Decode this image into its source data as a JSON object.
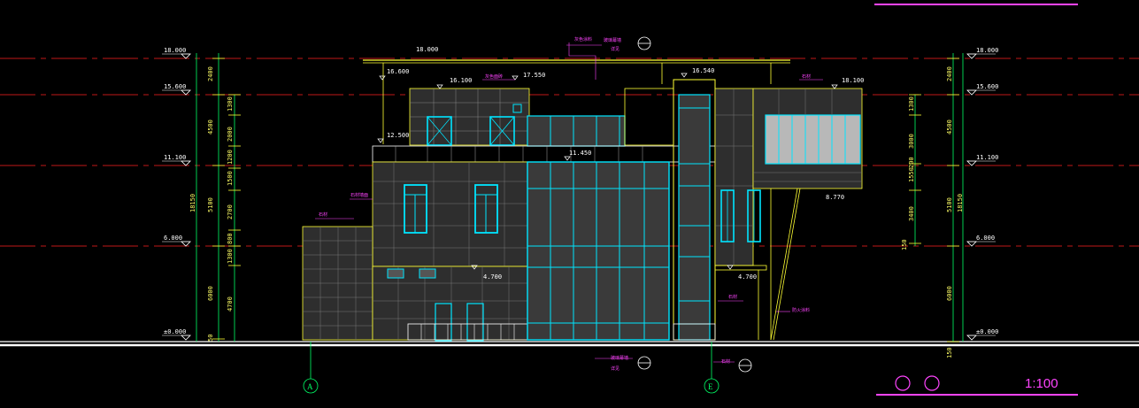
{
  "drawing": {
    "scale": "1:100",
    "colors": {
      "background": "#000000",
      "level_line": "#ff2222",
      "outline": "#ffff33",
      "glass": "#00e5ff",
      "annotation": "#ff44ff",
      "grid_axis": "#00ff66",
      "dimension": "#ffff66",
      "cladding_fill": "#2e2e2e",
      "glass_fill": "#3a3a3a",
      "frosted_fill": "#b8b8b8"
    },
    "levels": {
      "left": [
        {
          "label": "18.000",
          "elev": 18.0
        },
        {
          "label": "15.600",
          "elev": 15.6
        },
        {
          "label": "11.100",
          "elev": 11.1
        },
        {
          "label": "6.000",
          "elev": 6.0
        },
        {
          "label": "±0.000",
          "elev": 0.0
        }
      ],
      "right": [
        {
          "label": "18.000",
          "elev": 18.0
        },
        {
          "label": "15.600",
          "elev": 15.6
        },
        {
          "label": "11.100",
          "elev": 11.1
        },
        {
          "label": "6.000",
          "elev": 6.0
        },
        {
          "label": "±0.000",
          "elev": 0.0
        }
      ]
    },
    "dimensions_left_outer": [
      "2400",
      "4500",
      "5100",
      "6000",
      "50"
    ],
    "dimensions_left_inner": [
      "1300",
      "2000",
      "1200",
      "1500",
      "2700",
      "800",
      "1300",
      "4700"
    ],
    "dimensions_right_outer": [
      "2400",
      "4500",
      "5100",
      "6000",
      "150"
    ],
    "dimensions_right_inner": [
      "1300",
      "3000",
      "1550",
      "200",
      "3400",
      "150"
    ],
    "overall_left": "18150",
    "overall_right": "18150",
    "elevation_marks": [
      "16.600",
      "18.000",
      "16.100",
      "17.550",
      "16.540",
      "18.100",
      "12.500",
      "11.450",
      "8.770",
      "4.700",
      "4.700"
    ],
    "notes": [
      "灰色涂料",
      "玻璃幕墙",
      "详见",
      "灰色面砖",
      "石材",
      "石材墙面",
      "石材",
      "防火涂料",
      "石材",
      "玻璃幕墙",
      "详见",
      "石材"
    ],
    "grid_axes": [
      "A",
      "E"
    ],
    "title_circles": [
      "",
      ""
    ]
  }
}
